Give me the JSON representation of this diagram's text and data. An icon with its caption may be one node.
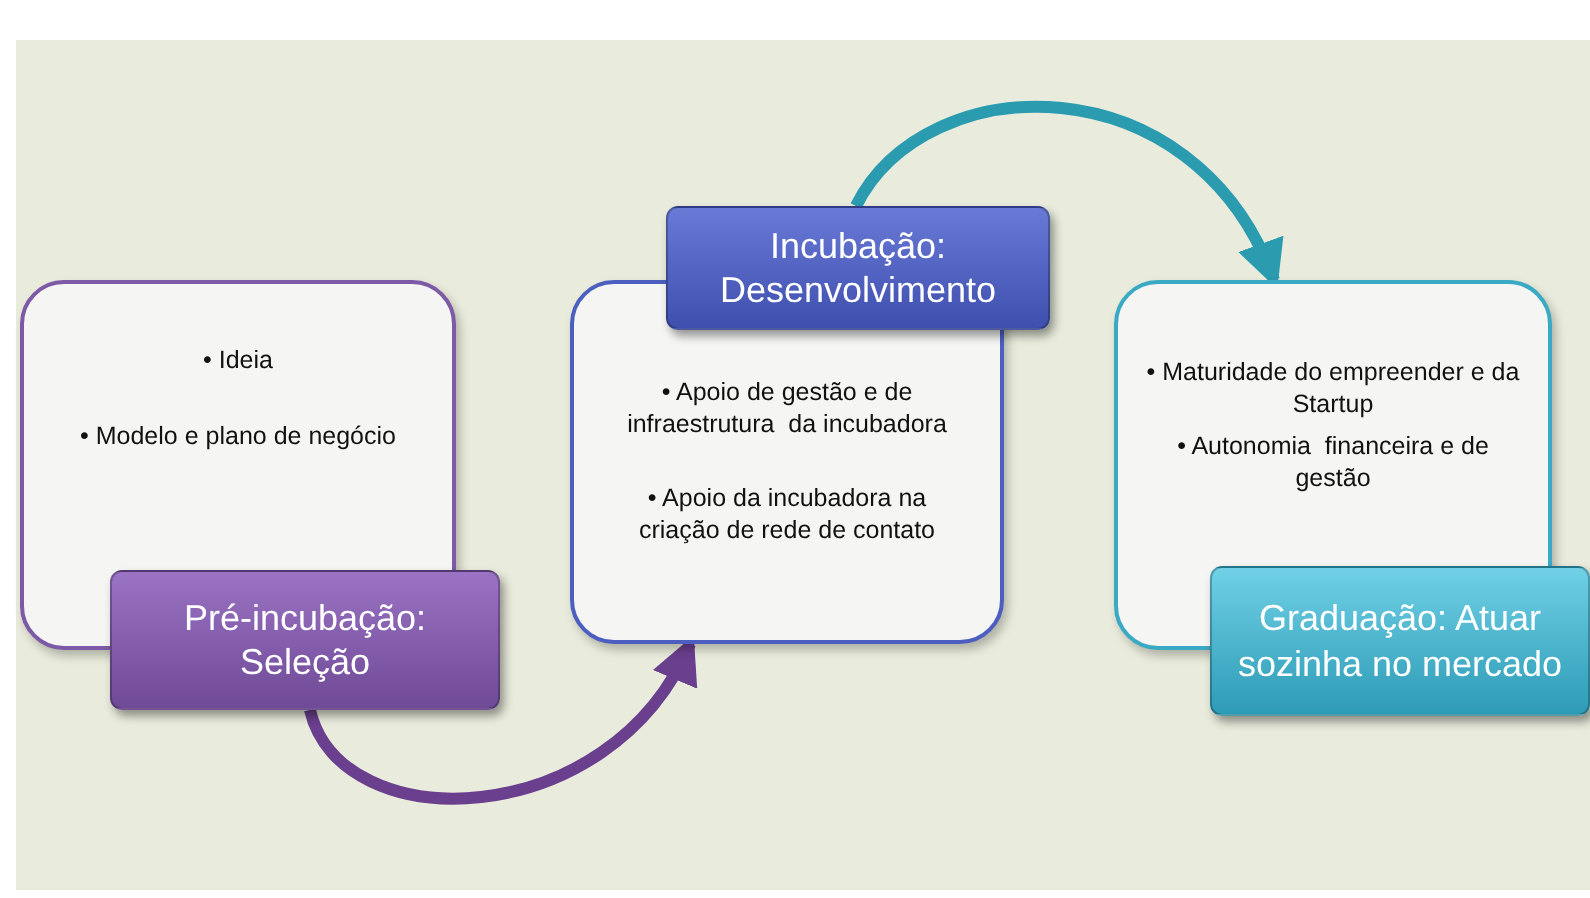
{
  "diagram": {
    "nodes": [
      {
        "text": [
          "• Ideia",
          "• Modelo e plano de negócio"
        ]
      },
      {
        "text": [
          "Pré-incubação: Seleção"
        ]
      },
      {
        "text": [
          "• Apoio de gestão e de infraestrutura  da incubadora",
          "• Apoio da incubadora na criação de rede de contato"
        ]
      },
      {
        "text": [
          "Incubação: Desenvolvimento"
        ]
      },
      {
        "text": [
          "• Maturidade do empreender e da Startup",
          "• Autonomia  financeira e de gestão"
        ]
      },
      {
        "text": [
          "Graduação: Atuar sozinha no mercado"
        ]
      }
    ],
    "edges": [
      {
        "from": 1,
        "to": 2,
        "arrow": "to",
        "color": "#6a3f8e"
      },
      {
        "from": 3,
        "to": 4,
        "arrow": "to",
        "color": "#2b9bb0"
      }
    ]
  }
}
